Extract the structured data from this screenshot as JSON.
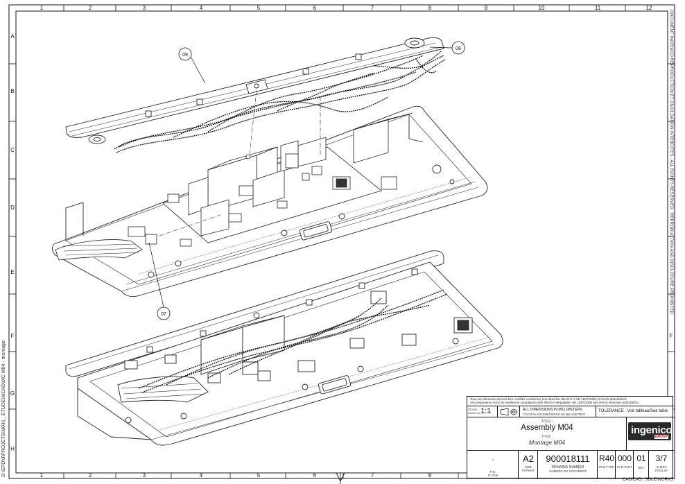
{
  "drawing": {
    "zone_columns": [
      "1",
      "2",
      "3",
      "4",
      "5",
      "6",
      "7",
      "8",
      "9",
      "10",
      "11",
      "12"
    ],
    "zone_rows": [
      "A",
      "B",
      "C",
      "D",
      "E",
      "F",
      "G",
      "H"
    ],
    "callouts": [
      "09",
      "08",
      "07"
    ],
    "path_text": "D:\\EPDM\\PROJETS\\M041_ ETUDE\\MCAD\\MC M04 - montage",
    "rights_text": "DOCUMENT INGENICO REPRODUCTION ET DIVULGATION INTERDITES · ALL RIGHTS RESERVED : REPRODUCTION AND DISCLOSURE PROHIBITED",
    "cad_text": "CAO/CAD : SOLIDWORKS"
  },
  "title_block": {
    "reach_fr": "Tous les éléments devront être certifiés conformes à la directive REACH n°CE 1907/2006 et RoHS 2011/65/UE",
    "reach_en": "All components must be certified in compliance with REACH Regulation No 1907/2006 and RoHS Directive 2011/65/EU",
    "scale_label": "SCALE",
    "scale_sublabel": "ECHELLE",
    "scale_value": "1:1",
    "dimensions_en": "ALL DIMENSIONS IN MILLIMETERS",
    "dimensions_fr": "TOUTES LES DIMENSIONS EN MILLIMETRES",
    "tolerance": "TOLERANCE : Voir tableau/See table",
    "title_label": "TITLE :",
    "title": "Assembly M04",
    "titre_label": "TITRE :",
    "titre": "Montage M04",
    "company": "ingenico",
    "company_group": "GROUP",
    "pn_value": "-",
    "pn_label": "P.N.",
    "pn_sublabel": "R. Fmd",
    "size_value": "A2",
    "size_label": "SIZE",
    "size_sublabel": "FORMAT",
    "drawing_number": "900018111",
    "drawing_number_label": "DRAWING NUMBER",
    "drawing_number_sublabel": "NUMERO DU DOCUMENT",
    "plm_type_value": "R40",
    "plm_type_label": "PLM TYPE",
    "plm_part_value": "000",
    "plm_part_label": "PLM PART",
    "rev_value": "01",
    "rev_label": "REV.",
    "sheet_value": "3/7",
    "sheet_label": "SHEET",
    "sheet_sublabel": "FEUILLE",
    "format_bottom": "A2"
  }
}
